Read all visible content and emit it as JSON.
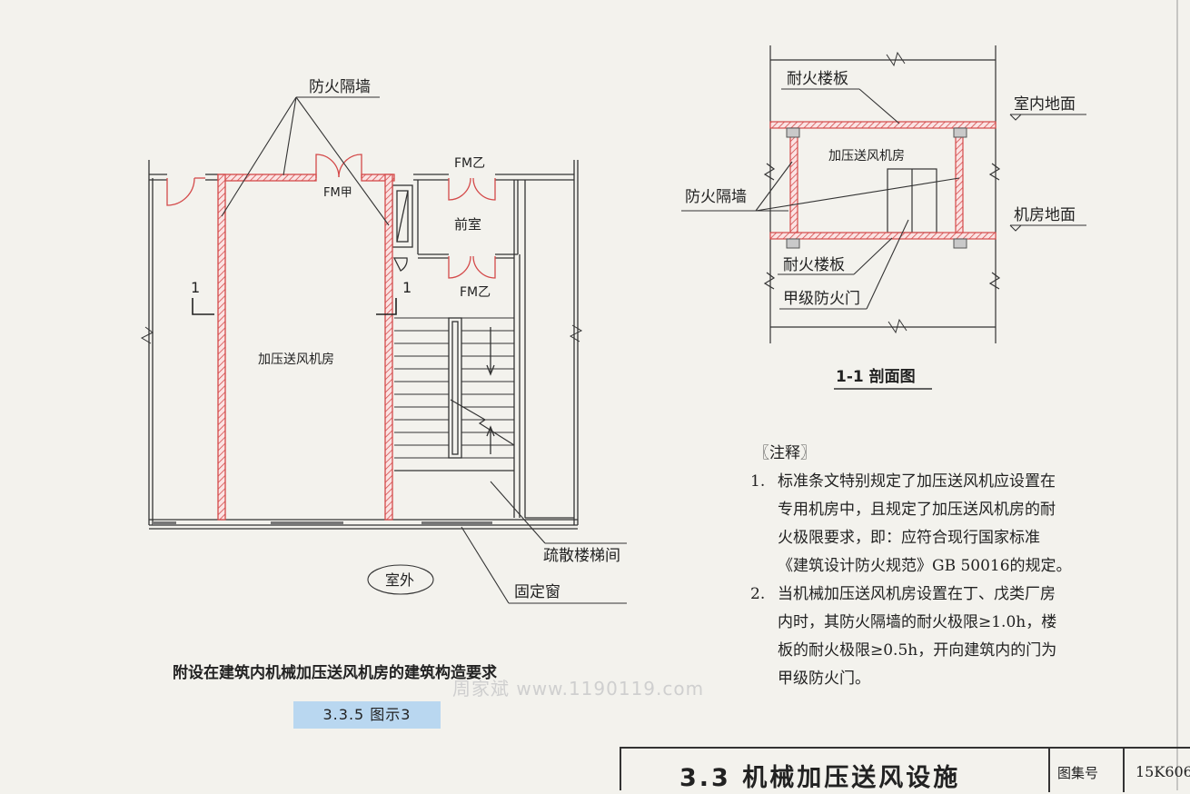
{
  "plan": {
    "label_fire_wall": "防火隔墙",
    "label_fm_a": "FM甲",
    "label_fm_b_top": "FM乙",
    "label_fm_b_bottom": "FM乙",
    "label_anteroom": "前室",
    "label_fan_room": "加压送风机房",
    "label_section_mark_left": "1",
    "label_section_mark_right": "1",
    "label_stairwell": "疏散楼梯间",
    "label_fixed_window": "固定窗",
    "label_outdoor": "室外"
  },
  "section": {
    "label_fire_floor_top": "耐火楼板",
    "label_indoor_floor": "室内地面",
    "label_fan_room": "加压送风机房",
    "label_fire_wall": "防火隔墙",
    "label_room_floor": "机房地面",
    "label_fire_floor_bottom": "耐火楼板",
    "label_class_a_door": "甲级防火门",
    "title": "1-1 剖面图"
  },
  "caption": "附设在建筑内机械加压送风机房的建筑构造要求",
  "figure_badge": "3.3.5 图示3",
  "watermark": "周家斌 www.1190119.com",
  "notes": {
    "heading": "〖注释〗",
    "items": [
      {
        "num": "1.",
        "lines": [
          "标准条文特别规定了加压送风机应设置在",
          "专用机房中，且规定了加压送风机房的耐",
          "火极限要求，即：应符合现行国家标准",
          "《建筑设计防火规范》GB 50016的规定。"
        ]
      },
      {
        "num": "2.",
        "lines": [
          "当机械加压送风机房设置在丁、戊类厂房",
          "内时，其防火隔墙的耐火极限≥1.0h，楼",
          "板的耐火极限≥0.5h，开向建筑内的门为",
          "甲级防火门。"
        ]
      }
    ]
  },
  "title_block": {
    "title": "3.3  机械加压送风设施",
    "atlas_label": "图集号",
    "atlas_code": "15K606"
  },
  "colors": {
    "fire_red": "#d44a4a",
    "line": "#333333",
    "badge_bg": "#b9d7f0"
  }
}
